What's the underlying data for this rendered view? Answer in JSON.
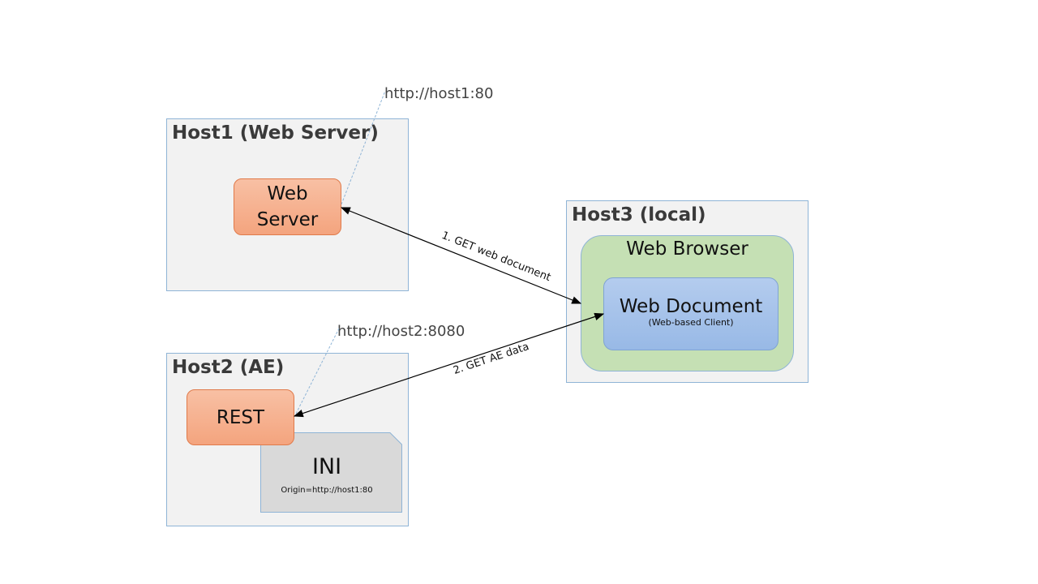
{
  "host1": {
    "title": "Host1 (Web Server)",
    "web_server": "Web\nServer",
    "url": "http://host1:80"
  },
  "host2": {
    "title": "Host2 (AE)",
    "rest": "REST",
    "url": "http://host2:8080",
    "ini": {
      "title": "INI",
      "content": "Origin=http://host1:80"
    }
  },
  "host3": {
    "title": "Host3 (local)",
    "browser": "Web Browser",
    "document": {
      "title": "Web Document",
      "subtitle": "(Web-based Client)"
    }
  },
  "arrows": [
    {
      "label": "1. GET web document"
    },
    {
      "label": "2. GET AE data"
    }
  ],
  "colors": {
    "host_fill": "#f2f2f2",
    "server_fill": "#f4a47e",
    "browser_fill": "#c5e0b4",
    "document_fill": "#a9c5ea",
    "ini_fill": "#d9d9d9"
  }
}
